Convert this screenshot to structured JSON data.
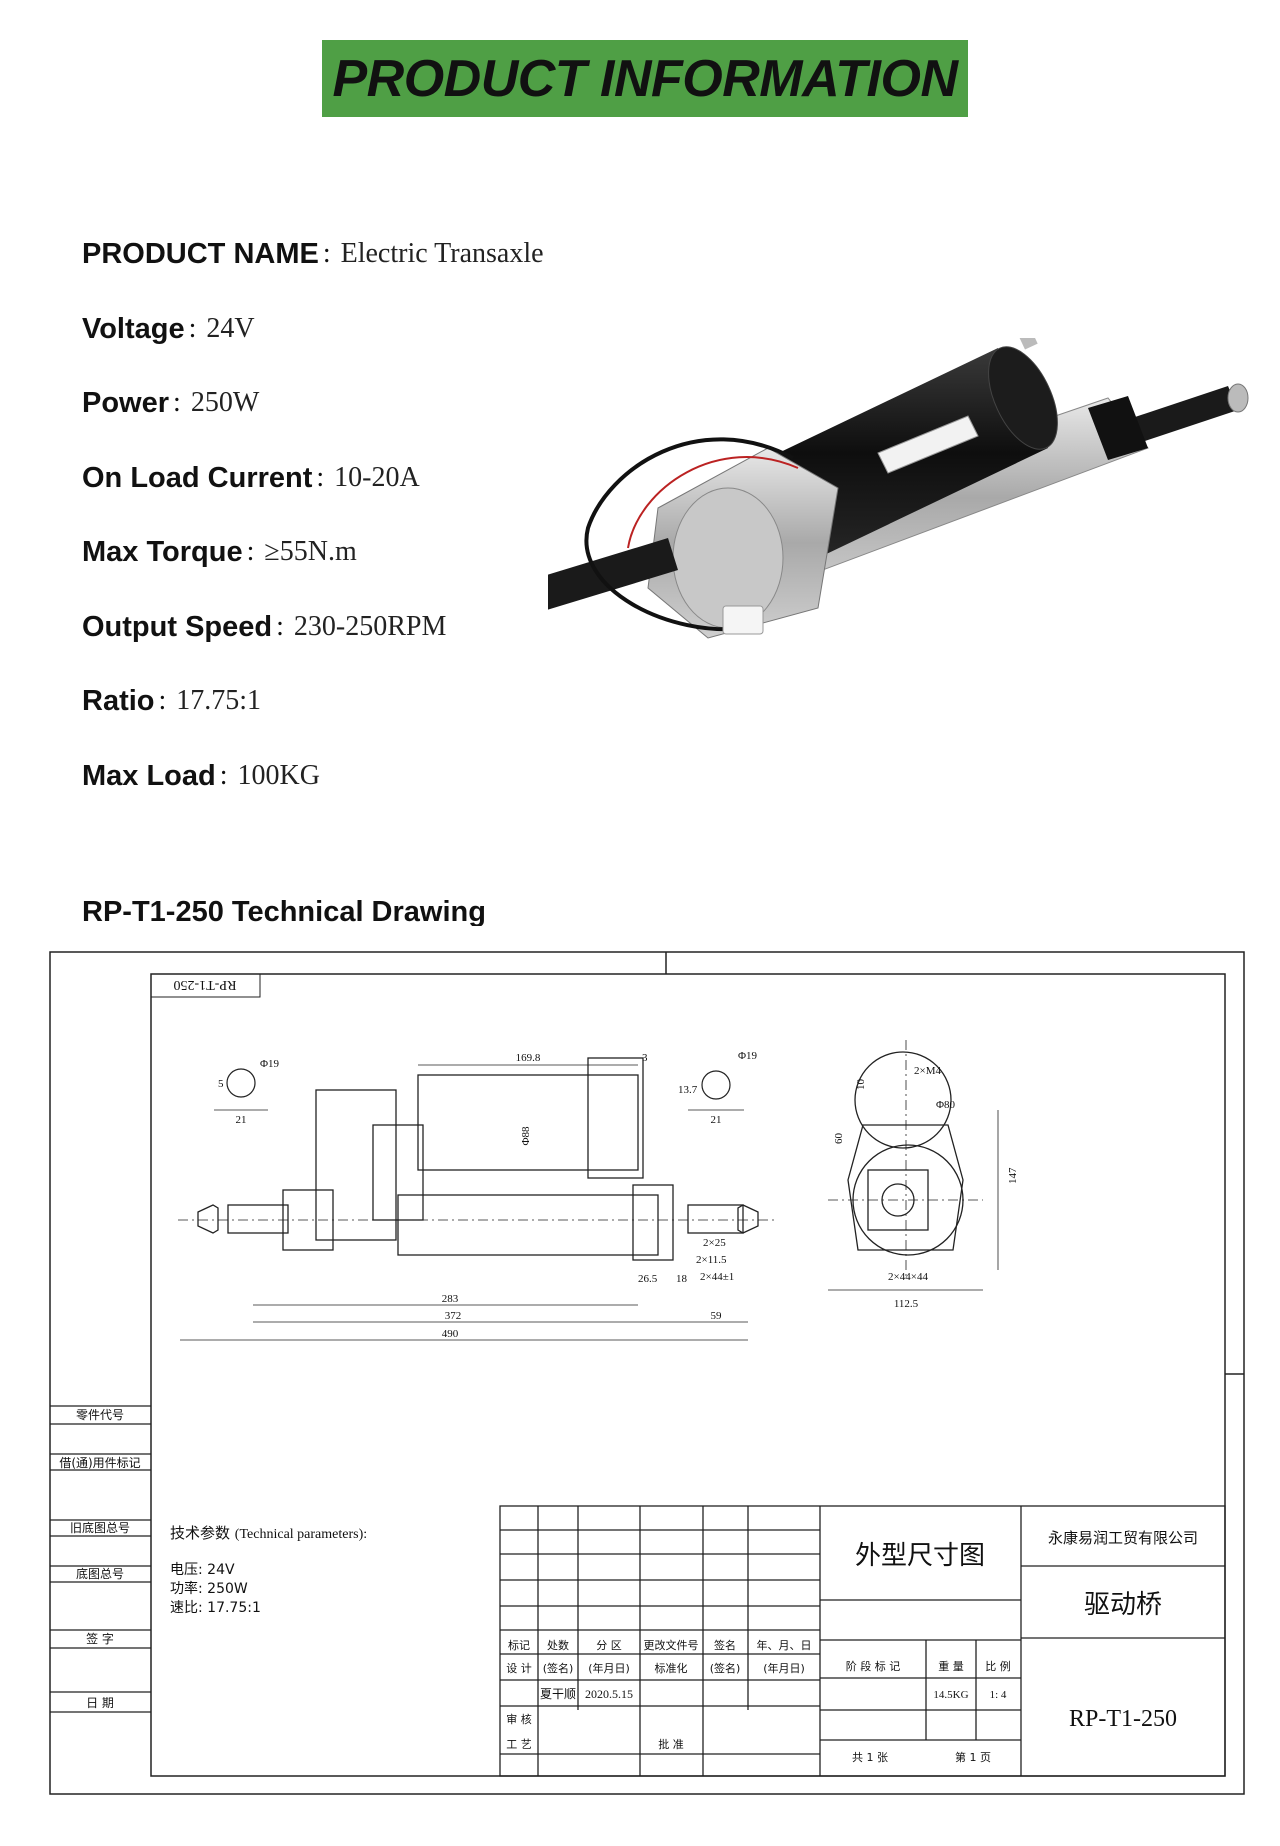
{
  "banner": {
    "title": "PRODUCT INFORMATION",
    "color": "#4f9f45"
  },
  "specs": [
    {
      "label": "PRODUCT NAME",
      "value": "Electric Transaxle"
    },
    {
      "label": "Voltage",
      "value": "24V"
    },
    {
      "label": "Power",
      "value": "250W"
    },
    {
      "label": "On Load Current",
      "value": "10-20A"
    },
    {
      "label": "Max Torque",
      "value": "≥55N.m"
    },
    {
      "label": "Output Speed",
      "value": "230-250RPM"
    },
    {
      "label": "Ratio",
      "value": "17.75:1"
    },
    {
      "label": "Max Load",
      "value": "100KG"
    }
  ],
  "colon": ":",
  "drawing_section": {
    "title": "RP-T1-250 Technical Drawing"
  },
  "drawing": {
    "mirror_code": "RP-T1-250",
    "left_labels": [
      "零件代号",
      "借(通)用件标记",
      "旧底图总号",
      "底图总号",
      "签 字",
      "日 期"
    ],
    "dimensions": {
      "d1": "169.8",
      "d2": "3",
      "d3": "13.7",
      "d4": "Φ19",
      "d5": "Φ19",
      "d6": "21",
      "d7": "21",
      "d8": "5",
      "d9": "Φ88",
      "d10": "2×25",
      "d11": "2×11.5",
      "d12": "2×44±1",
      "d13": "26.5",
      "d14": "18",
      "d15": "283",
      "d16": "372",
      "d17": "490",
      "d18": "59",
      "d19": "2×M4",
      "d20": "Φ80",
      "d21": "10",
      "d22": "60",
      "d23": "147",
      "d24": "2×44×44",
      "d25": "112.5"
    },
    "tech_params": {
      "title": "技术参数",
      "title_en": "(Technical parameters):",
      "lines": [
        "电压: 24V",
        "功率: 250W",
        "速比: 17.75:1"
      ]
    },
    "title_block": {
      "header_cells": [
        "标记",
        "处数",
        "分 区",
        "更改文件号",
        "签名",
        "年、月、日"
      ],
      "design_cells": [
        "设 计",
        "(签名)",
        "(年月日)",
        "标准化",
        "(签名)",
        "(年月日)"
      ],
      "designer": "夏干顺",
      "date": "2020.5.15",
      "review": "审 核",
      "process": "工 艺",
      "approve": "批 准",
      "drawing_name": "外型尺寸图",
      "company": "永康易润工贸有限公司",
      "part_name": "驱动桥",
      "stage_labels": [
        "阶 段 标 记",
        "重 量",
        "比 例"
      ],
      "weight": "14.5KG",
      "scale": "1: 4",
      "sheets_total": "共 1 张",
      "sheet_no": "第 1 页",
      "code": "RP-T1-250"
    }
  }
}
